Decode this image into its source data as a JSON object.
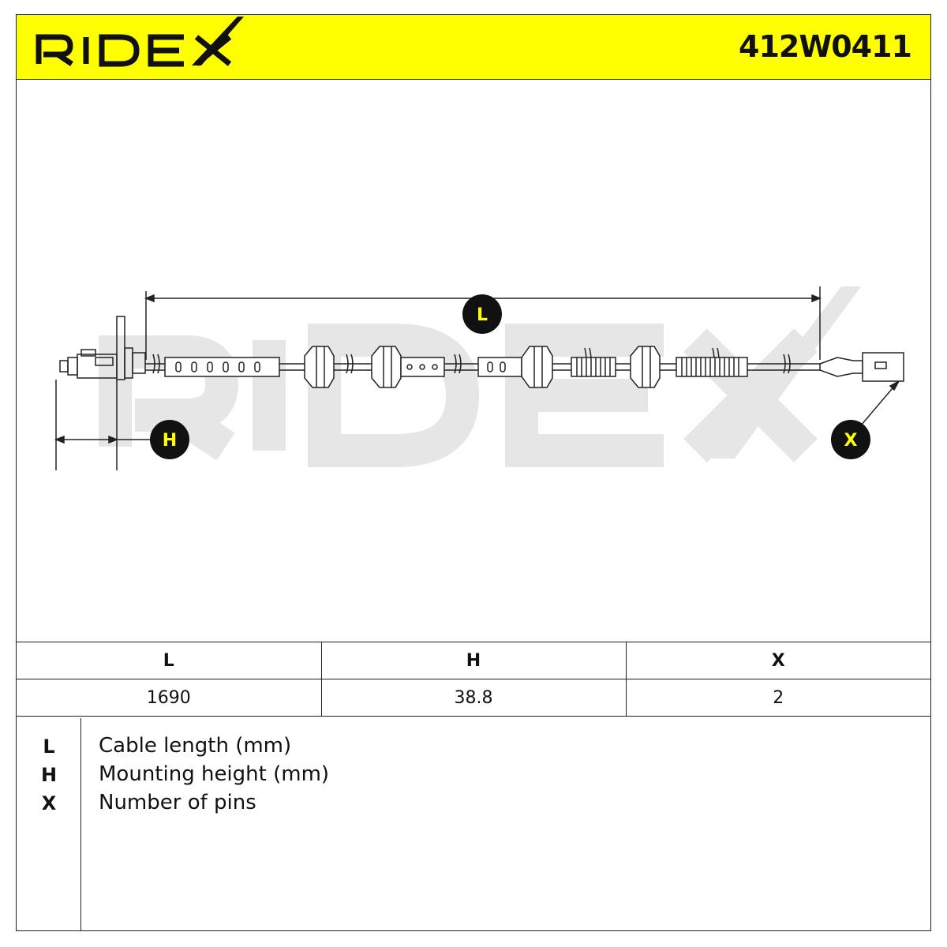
{
  "brand": {
    "name": "RIDEX",
    "accent_color": "#ffff00"
  },
  "header": {
    "part_number": "412W0411"
  },
  "drawing": {
    "watermark": "RIDEX",
    "callouts": {
      "length": "L",
      "height": "H",
      "pins": "X"
    }
  },
  "table": {
    "headers": [
      "L",
      "H",
      "X"
    ],
    "values": [
      "1690",
      "38.8",
      "2"
    ]
  },
  "legend": [
    {
      "key": "L",
      "description": "Cable length (mm)"
    },
    {
      "key": "H",
      "description": "Mounting height (mm)"
    },
    {
      "key": "X",
      "description": "Number of pins"
    }
  ]
}
